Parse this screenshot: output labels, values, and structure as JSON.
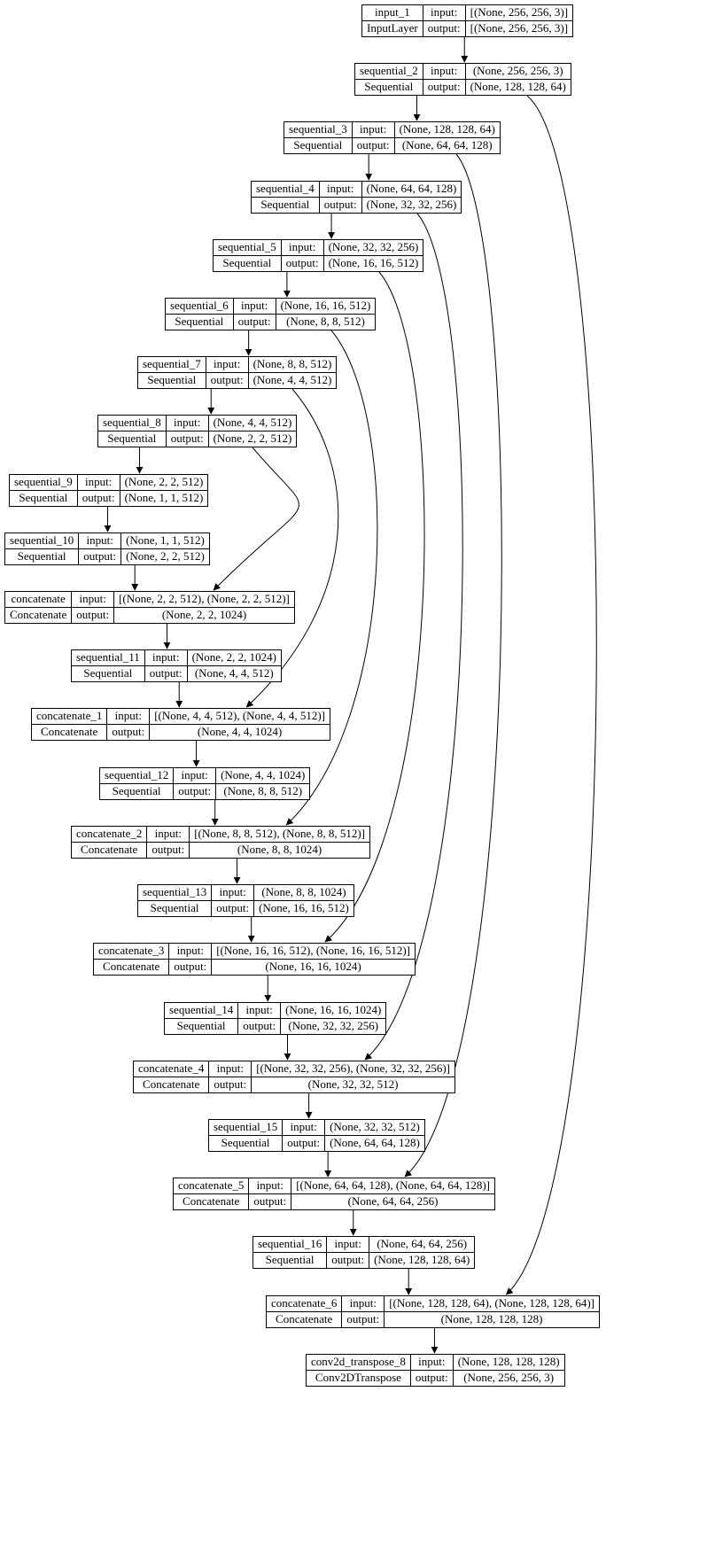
{
  "labels": {
    "input": "input:",
    "output": "output:"
  },
  "nodes": [
    {
      "id": "input_1",
      "name": "input_1",
      "type": "InputLayer",
      "input": "[(None, 256, 256, 3)]",
      "output": "[(None, 256, 256, 3)]"
    },
    {
      "id": "sequential_2",
      "name": "sequential_2",
      "type": "Sequential",
      "input": "(None, 256, 256, 3)",
      "output": "(None, 128, 128, 64)"
    },
    {
      "id": "sequential_3",
      "name": "sequential_3",
      "type": "Sequential",
      "input": "(None, 128, 128, 64)",
      "output": "(None, 64, 64, 128)"
    },
    {
      "id": "sequential_4",
      "name": "sequential_4",
      "type": "Sequential",
      "input": "(None, 64, 64, 128)",
      "output": "(None, 32, 32, 256)"
    },
    {
      "id": "sequential_5",
      "name": "sequential_5",
      "type": "Sequential",
      "input": "(None, 32, 32, 256)",
      "output": "(None, 16, 16, 512)"
    },
    {
      "id": "sequential_6",
      "name": "sequential_6",
      "type": "Sequential",
      "input": "(None, 16, 16, 512)",
      "output": "(None, 8, 8, 512)"
    },
    {
      "id": "sequential_7",
      "name": "sequential_7",
      "type": "Sequential",
      "input": "(None, 8, 8, 512)",
      "output": "(None, 4, 4, 512)"
    },
    {
      "id": "sequential_8",
      "name": "sequential_8",
      "type": "Sequential",
      "input": "(None, 4, 4, 512)",
      "output": "(None, 2, 2, 512)"
    },
    {
      "id": "sequential_9",
      "name": "sequential_9",
      "type": "Sequential",
      "input": "(None, 2, 2, 512)",
      "output": "(None, 1, 1, 512)"
    },
    {
      "id": "sequential_10",
      "name": "sequential_10",
      "type": "Sequential",
      "input": "(None, 1, 1, 512)",
      "output": "(None, 2, 2, 512)"
    },
    {
      "id": "concatenate",
      "name": "concatenate",
      "type": "Concatenate",
      "input": "[(None, 2, 2, 512), (None, 2, 2, 512)]",
      "output": "(None, 2, 2, 1024)"
    },
    {
      "id": "sequential_11",
      "name": "sequential_11",
      "type": "Sequential",
      "input": "(None, 2, 2, 1024)",
      "output": "(None, 4, 4, 512)"
    },
    {
      "id": "concatenate_1",
      "name": "concatenate_1",
      "type": "Concatenate",
      "input": "[(None, 4, 4, 512), (None, 4, 4, 512)]",
      "output": "(None, 4, 4, 1024)"
    },
    {
      "id": "sequential_12",
      "name": "sequential_12",
      "type": "Sequential",
      "input": "(None, 4, 4, 1024)",
      "output": "(None, 8, 8, 512)"
    },
    {
      "id": "concatenate_2",
      "name": "concatenate_2",
      "type": "Concatenate",
      "input": "[(None, 8, 8, 512), (None, 8, 8, 512)]",
      "output": "(None, 8, 8, 1024)"
    },
    {
      "id": "sequential_13",
      "name": "sequential_13",
      "type": "Sequential",
      "input": "(None, 8, 8, 1024)",
      "output": "(None, 16, 16, 512)"
    },
    {
      "id": "concatenate_3",
      "name": "concatenate_3",
      "type": "Concatenate",
      "input": "[(None, 16, 16, 512), (None, 16, 16, 512)]",
      "output": "(None, 16, 16, 1024)"
    },
    {
      "id": "sequential_14",
      "name": "sequential_14",
      "type": "Sequential",
      "input": "(None, 16, 16, 1024)",
      "output": "(None, 32, 32, 256)"
    },
    {
      "id": "concatenate_4",
      "name": "concatenate_4",
      "type": "Concatenate",
      "input": "[(None, 32, 32, 256), (None, 32, 32, 256)]",
      "output": "(None, 32, 32, 512)"
    },
    {
      "id": "sequential_15",
      "name": "sequential_15",
      "type": "Sequential",
      "input": "(None, 32, 32, 512)",
      "output": "(None, 64, 64, 128)"
    },
    {
      "id": "concatenate_5",
      "name": "concatenate_5",
      "type": "Concatenate",
      "input": "[(None, 64, 64, 128), (None, 64, 64, 128)]",
      "output": "(None, 64, 64, 256)"
    },
    {
      "id": "sequential_16",
      "name": "sequential_16",
      "type": "Sequential",
      "input": "(None, 64, 64, 256)",
      "output": "(None, 128, 128, 64)"
    },
    {
      "id": "concatenate_6",
      "name": "concatenate_6",
      "type": "Concatenate",
      "input": "[(None, 128, 128, 64), (None, 128, 128, 64)]",
      "output": "(None, 128, 128, 128)"
    },
    {
      "id": "conv2d_transpose_8",
      "name": "conv2d_transpose_8",
      "type": "Conv2DTranspose",
      "input": "(None, 128, 128, 128)",
      "output": "(None, 256, 256, 3)"
    }
  ],
  "edges": [
    {
      "from": "input_1",
      "to": "sequential_2",
      "skip": false
    },
    {
      "from": "sequential_2",
      "to": "sequential_3",
      "skip": false
    },
    {
      "from": "sequential_3",
      "to": "sequential_4",
      "skip": false
    },
    {
      "from": "sequential_4",
      "to": "sequential_5",
      "skip": false
    },
    {
      "from": "sequential_5",
      "to": "sequential_6",
      "skip": false
    },
    {
      "from": "sequential_6",
      "to": "sequential_7",
      "skip": false
    },
    {
      "from": "sequential_7",
      "to": "sequential_8",
      "skip": false
    },
    {
      "from": "sequential_8",
      "to": "sequential_9",
      "skip": false
    },
    {
      "from": "sequential_9",
      "to": "sequential_10",
      "skip": false
    },
    {
      "from": "sequential_10",
      "to": "concatenate",
      "skip": false
    },
    {
      "from": "sequential_8",
      "to": "concatenate",
      "skip": true
    },
    {
      "from": "concatenate",
      "to": "sequential_11",
      "skip": false
    },
    {
      "from": "sequential_11",
      "to": "concatenate_1",
      "skip": false
    },
    {
      "from": "sequential_7",
      "to": "concatenate_1",
      "skip": true
    },
    {
      "from": "concatenate_1",
      "to": "sequential_12",
      "skip": false
    },
    {
      "from": "sequential_12",
      "to": "concatenate_2",
      "skip": false
    },
    {
      "from": "sequential_6",
      "to": "concatenate_2",
      "skip": true
    },
    {
      "from": "concatenate_2",
      "to": "sequential_13",
      "skip": false
    },
    {
      "from": "sequential_13",
      "to": "concatenate_3",
      "skip": false
    },
    {
      "from": "sequential_5",
      "to": "concatenate_3",
      "skip": true
    },
    {
      "from": "concatenate_3",
      "to": "sequential_14",
      "skip": false
    },
    {
      "from": "sequential_14",
      "to": "concatenate_4",
      "skip": false
    },
    {
      "from": "sequential_4",
      "to": "concatenate_4",
      "skip": true
    },
    {
      "from": "concatenate_4",
      "to": "sequential_15",
      "skip": false
    },
    {
      "from": "sequential_15",
      "to": "concatenate_5",
      "skip": false
    },
    {
      "from": "sequential_3",
      "to": "concatenate_5",
      "skip": true
    },
    {
      "from": "concatenate_5",
      "to": "sequential_16",
      "skip": false
    },
    {
      "from": "sequential_16",
      "to": "concatenate_6",
      "skip": false
    },
    {
      "from": "sequential_2",
      "to": "concatenate_6",
      "skip": true
    },
    {
      "from": "concatenate_6",
      "to": "conv2d_transpose_8",
      "skip": false
    }
  ]
}
